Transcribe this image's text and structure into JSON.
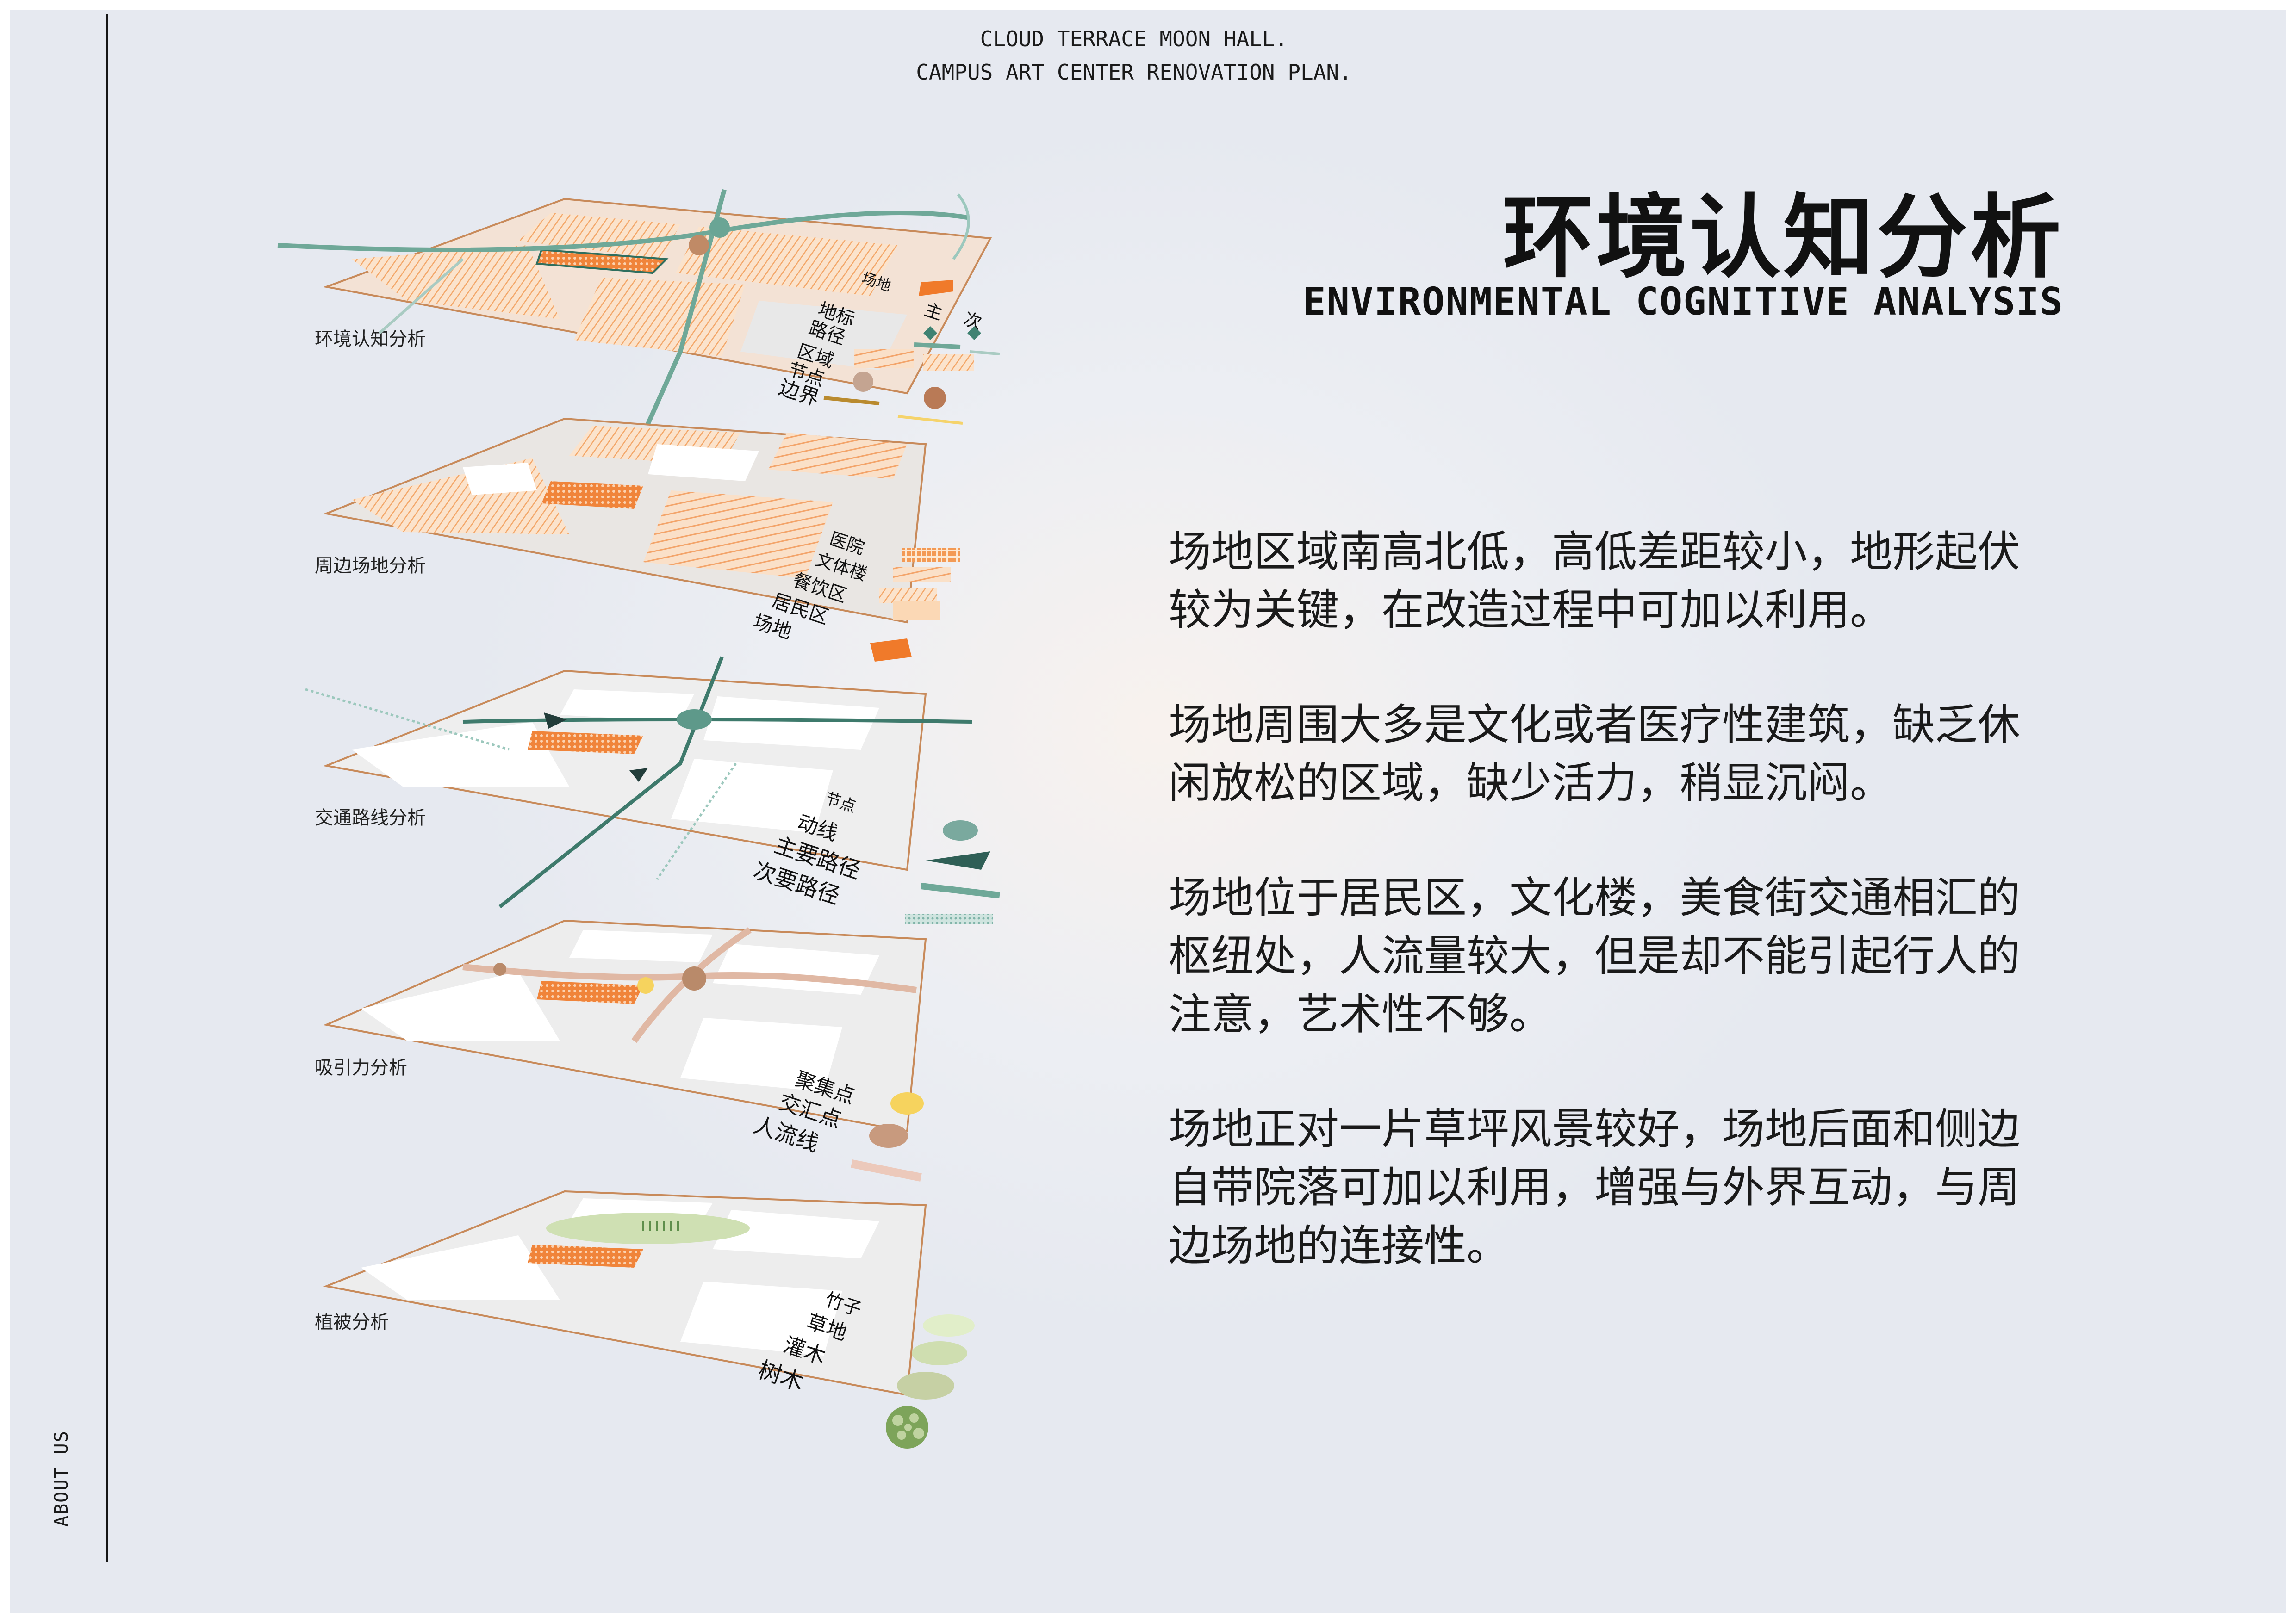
{
  "header": {
    "line1": "CLOUD TERRACE MOON HALL.",
    "line2": "CAMPUS ART CENTER RENOVATION PLAN."
  },
  "sidebar": {
    "label": "ABOUT US"
  },
  "title": {
    "cn": "环境认知分析",
    "en": "ENVIRONMENTAL COGNITIVE ANALYSIS"
  },
  "paragraphs": [
    "场地区域南高北低，高低差距较小，地形起伏较为关键，在改造过程中可加以利用。",
    "场地周围大多是文化或者医疗性建筑，缺乏休闲放松的区域，缺少活力，稍显沉闷。",
    "场地位于居民区，文化楼，美食街交通相汇的枢纽处，人流量较大，但是却不能引起行人的注意，艺术性不够。",
    "场地正对一片草坪风景较好，场地后面和侧边自带院落可加以利用，增强与外界互动，与周边场地的连接性。"
  ],
  "layers": [
    {
      "label": "环境认知分析",
      "legend_header": [
        "主",
        "次"
      ],
      "legend": [
        "场地",
        "地标",
        "路径",
        "区域",
        "节点",
        "边界"
      ]
    },
    {
      "label": "周边场地分析",
      "legend": [
        "医院",
        "文体楼",
        "餐饮区",
        "居民区",
        "场地"
      ]
    },
    {
      "label": "交通路线分析",
      "legend": [
        "节点",
        "动线",
        "主要路径",
        "次要路径"
      ]
    },
    {
      "label": "吸引力分析",
      "legend": [
        "聚集点",
        "交汇点",
        "人流线"
      ]
    },
    {
      "label": "植被分析",
      "legend": [
        "竹子",
        "草地",
        "灌木",
        "树木"
      ]
    }
  ],
  "colors": {
    "orange": "#f08a3c",
    "light_orange": "#f7c9a0",
    "teal": "#4f8f80",
    "brown": "#c0805a",
    "yellow": "#f7d560",
    "green": "#cfe2b0"
  }
}
